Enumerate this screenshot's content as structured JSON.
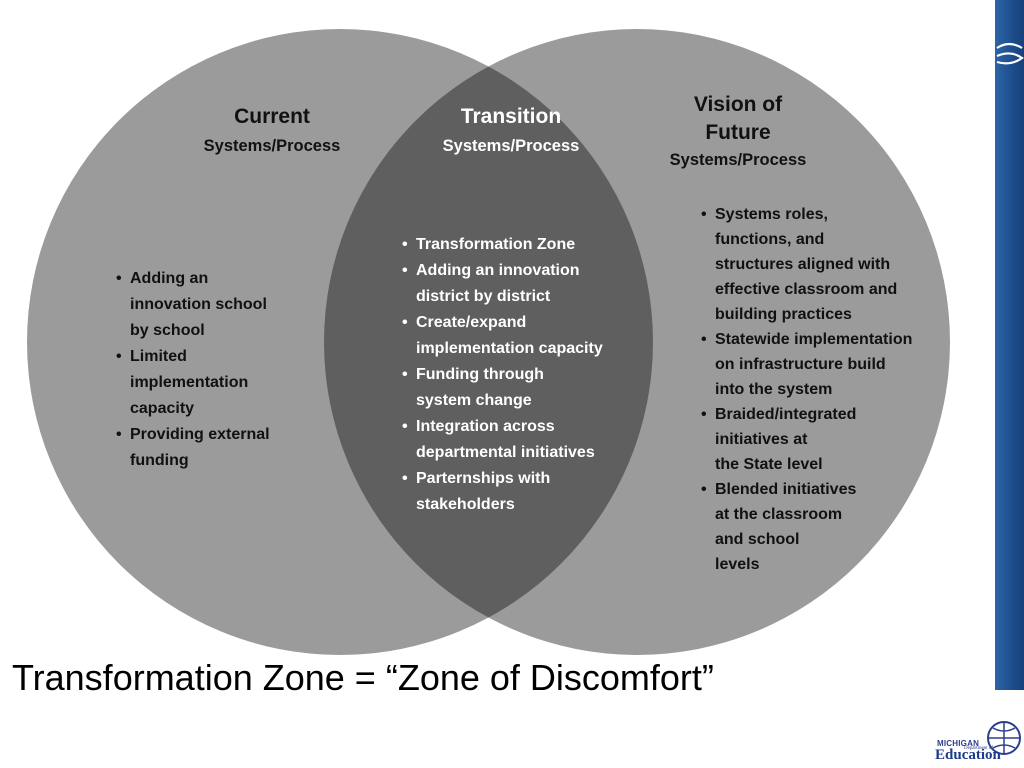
{
  "circles": [
    {
      "heading": [
        "Current",
        "Systems/Process"
      ],
      "bullets": [
        [
          "Adding an",
          "innovation school",
          "by school"
        ],
        [
          "Limited",
          "implementation",
          "capacity"
        ],
        [
          "Providing external",
          "funding"
        ]
      ]
    },
    {
      "heading": [
        "Transition",
        "Systems/Process"
      ],
      "bullets": [
        [
          "Transformation Zone"
        ],
        [
          "Adding an innovation",
          "district by district"
        ],
        [
          "Create/expand",
          "implementation capacity"
        ],
        [
          "Funding through",
          "system change"
        ],
        [
          "Integration across",
          "departmental initiatives"
        ],
        [
          "Parternships with",
          "stakeholders"
        ]
      ]
    },
    {
      "heading": [
        "Vision of",
        "Future",
        "Systems/Process"
      ],
      "bullets": [
        [
          "Systems roles,",
          "functions, and",
          "structures aligned with",
          "effective classroom and",
          "building practices"
        ],
        [
          "Statewide implementation",
          "on infrastructure build",
          "into the system"
        ],
        [
          "Braided/integrated",
          "initiatives at",
          "the State level"
        ],
        [
          "Blended initiatives",
          "at the classroom",
          "and school",
          "levels"
        ]
      ]
    }
  ],
  "caption": "Transformation Zone = “Zone of Discomfort”",
  "logo": {
    "line1": "MICHIGAN",
    "line2": "Department of",
    "line3": "Education"
  },
  "colors": {
    "outer_circle": "#9b9b9b",
    "overlap": "#5f5f5f",
    "dark_text": "#111111",
    "overlap_text": "#ffffff",
    "accent_blue": "#1f4f8f"
  }
}
